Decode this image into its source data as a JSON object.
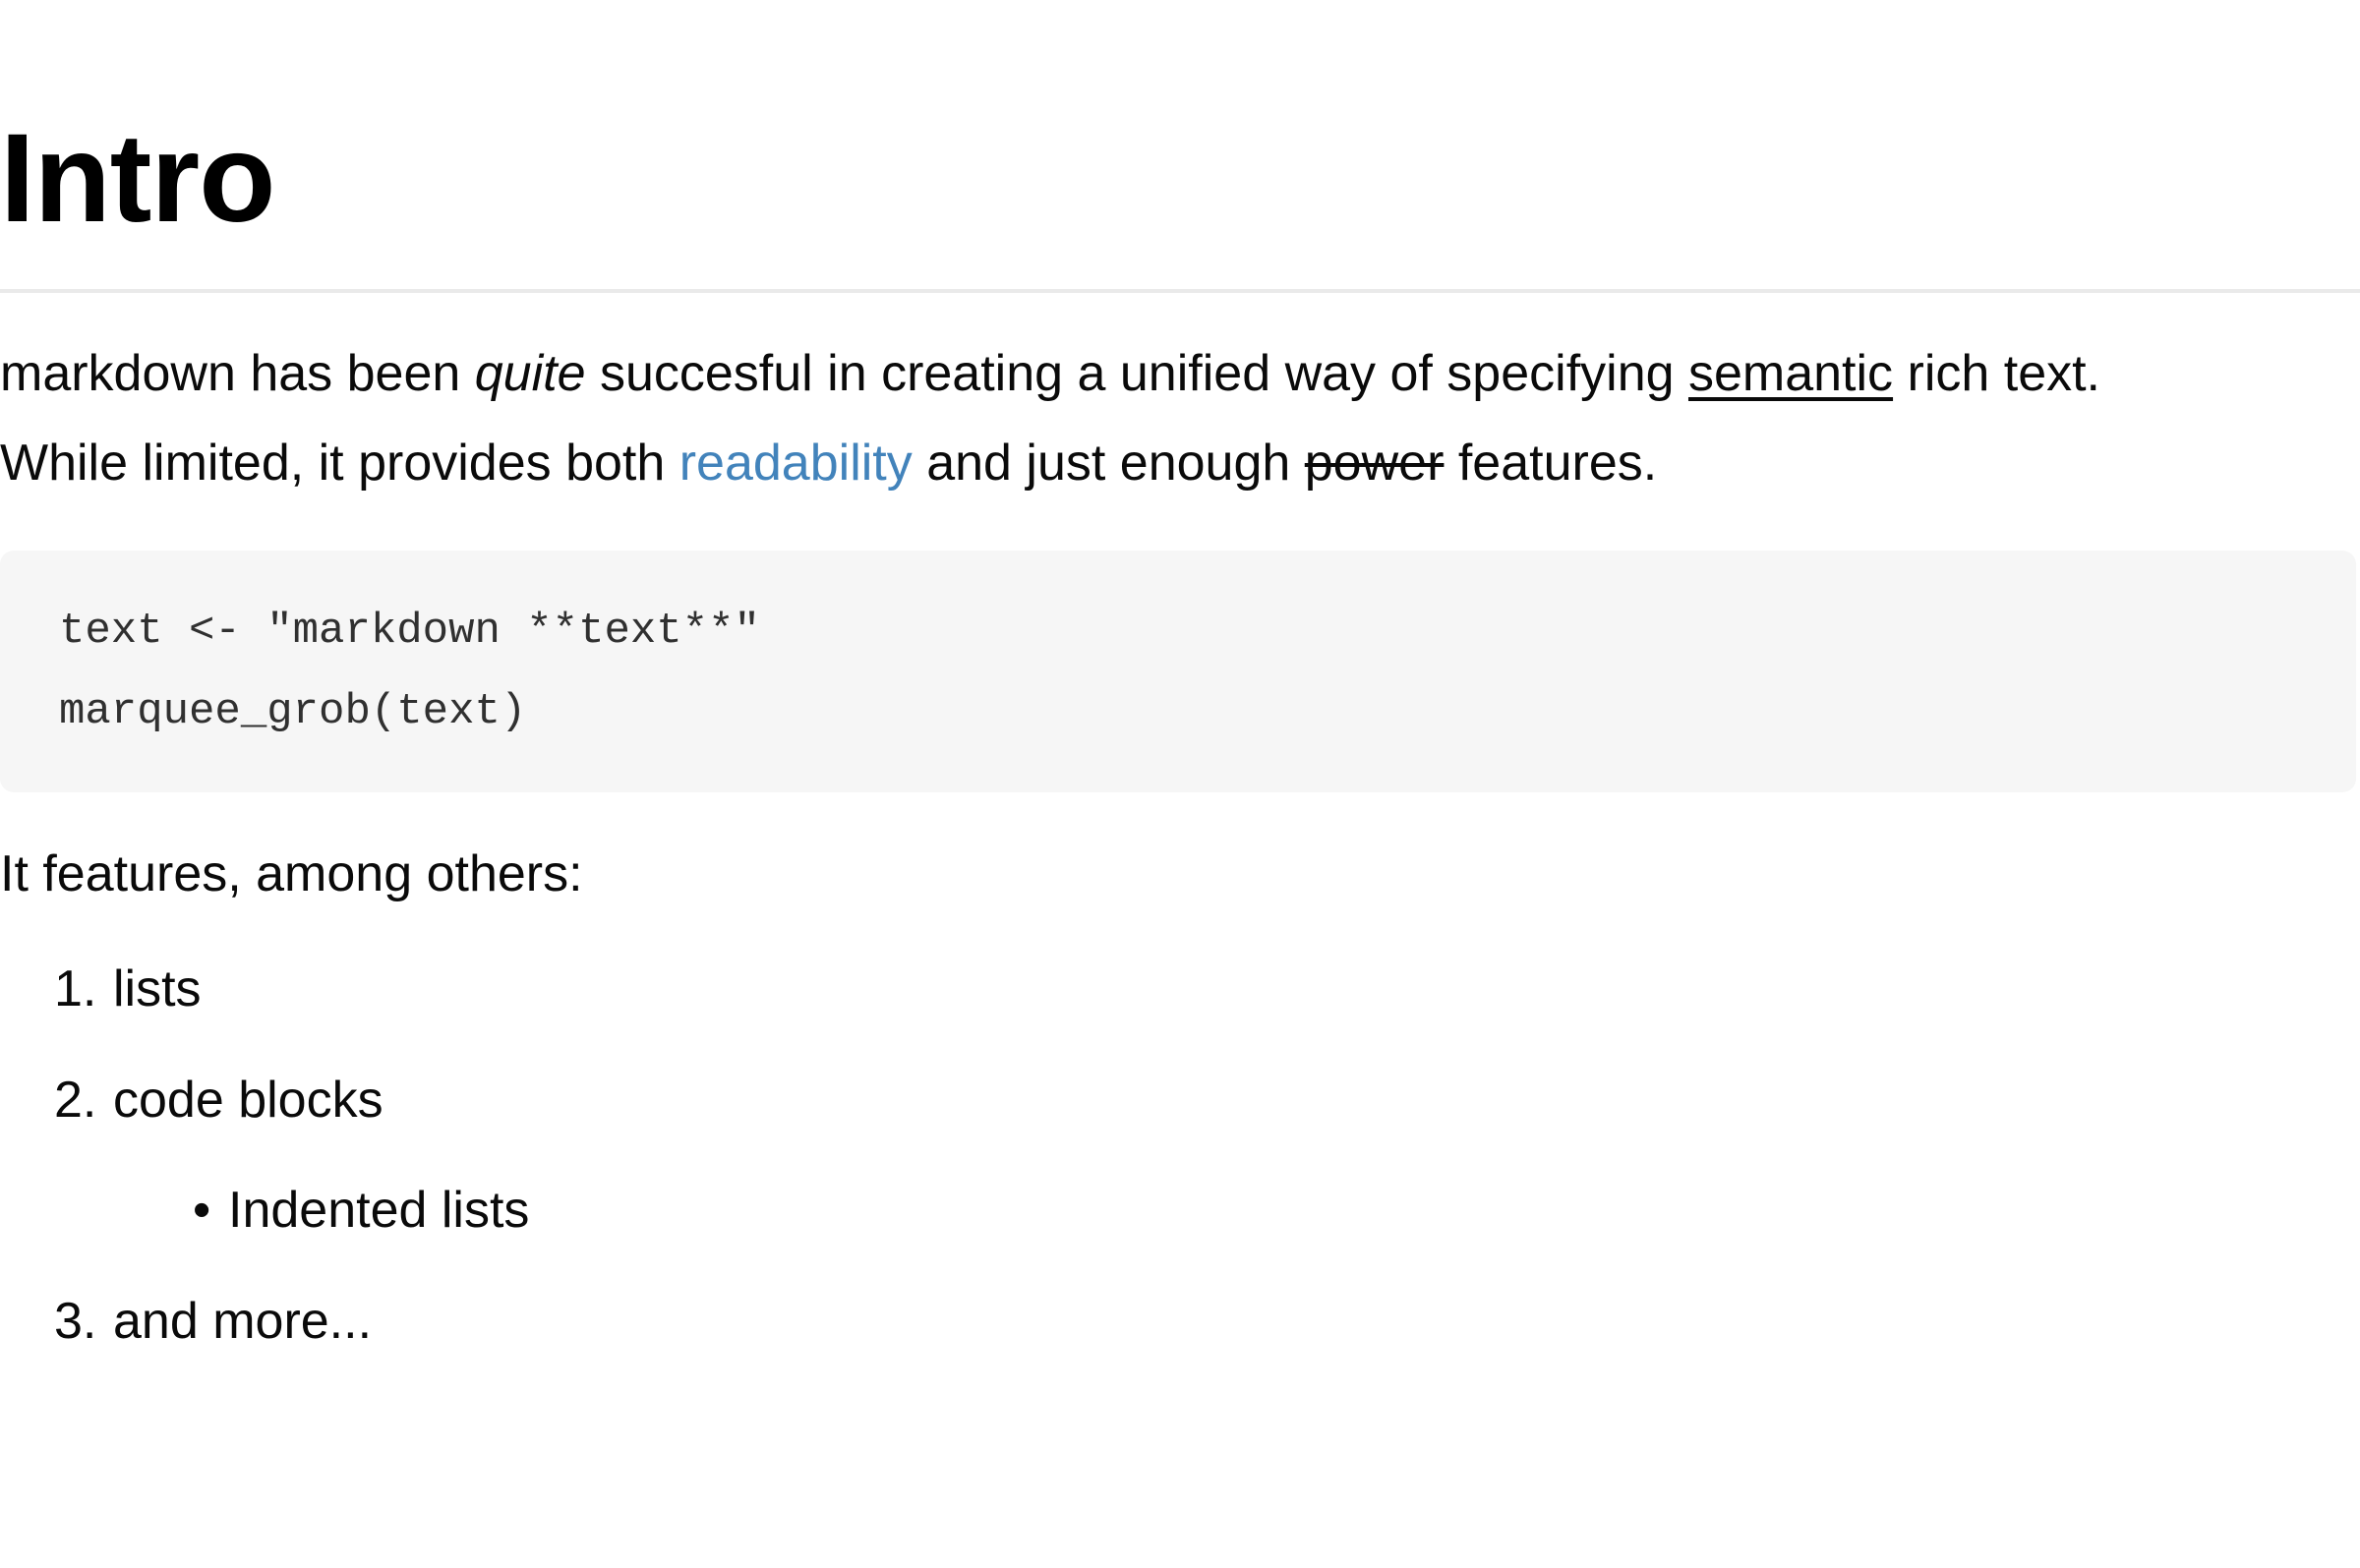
{
  "heading": {
    "title": "Intro"
  },
  "colors": {
    "link_blue": "#4283bb",
    "code_background": "#f6f6f6",
    "divider_gray": "#eaeaea",
    "body_text": "#0a0a0a",
    "code_text": "#303030"
  },
  "intro_paragraph": {
    "line1": {
      "t1": "markdown has been ",
      "emphasis": "quite",
      "t2": " succesful in creating a unified way of specifying ",
      "underlined": "semantic",
      "t3": " rich text."
    },
    "line2": {
      "t1": "While limited, it provides both ",
      "link": "readability",
      "t2": " and just enough ",
      "strikethrough": "power",
      "t3": " features."
    }
  },
  "code_block": {
    "lines": [
      "text <- \"markdown **text**\"",
      "marquee_grob(text)"
    ]
  },
  "features_intro": "It features, among others:",
  "list": {
    "items": [
      {
        "marker": "1.",
        "label": "lists"
      },
      {
        "marker": "2.",
        "label": "code blocks"
      },
      {
        "marker": "3.",
        "label": "and more..."
      }
    ],
    "nested_item": {
      "marker": "•",
      "label": "Indented lists"
    }
  }
}
